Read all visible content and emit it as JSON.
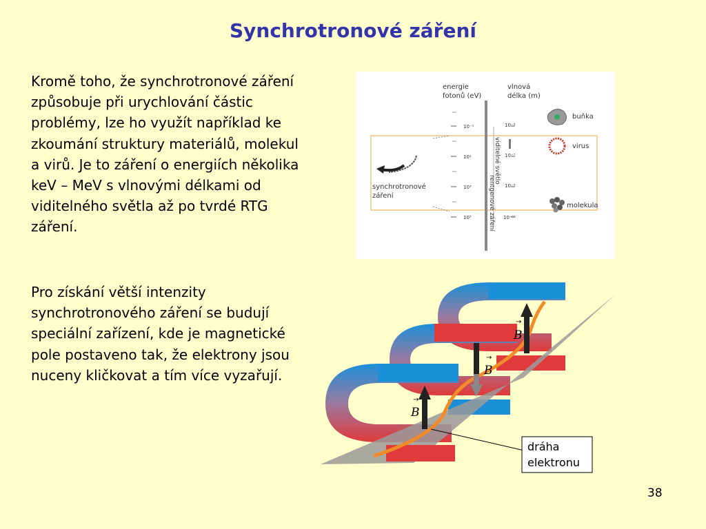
{
  "slide": {
    "title": "Synchrotronové záření",
    "paragraph1": "Kromě toho, že synchrotronové záření způsobuje při urychlování částic problémy, lze ho využít například ke zkoumání struktury materiálů, molekul a virů. Je to záření o energiích několika keV – MeV s vlnovými délkami od viditelného světla až po tvrdé RTG záření.",
    "paragraph2": "Pro získání větší intenzity synchrotronového záření se budují speciální zařízení, kde je magnetické pole postaveno tak, že elektrony jsou nuceny kličkovat a tím více vyzařují.",
    "page_number": "38"
  },
  "spectrum_figure": {
    "energy_header_line1": "energie",
    "energy_header_line2": "fotonů (eV)",
    "wavelength_header_line1": "vlnová",
    "wavelength_header_line2": "délka (m)",
    "energy_ticks": [
      "10⁻¹",
      "10¹",
      "10³",
      "10⁵"
    ],
    "wavelength_ticks": [
      "10⁻⁵",
      "10⁻⁷",
      "10⁻⁹",
      "10⁻¹¹"
    ],
    "visible_light_label": "viditelné světlo",
    "xray_label": "rentgenové záření",
    "source_label_line1": "synchrotronové",
    "source_label_line2": "záření",
    "objects": [
      "buňka",
      "virus",
      "molekula"
    ]
  },
  "wiggler_figure": {
    "field_symbol": "B",
    "path_label_line1": "dráha",
    "path_label_line2": "elektronu"
  }
}
